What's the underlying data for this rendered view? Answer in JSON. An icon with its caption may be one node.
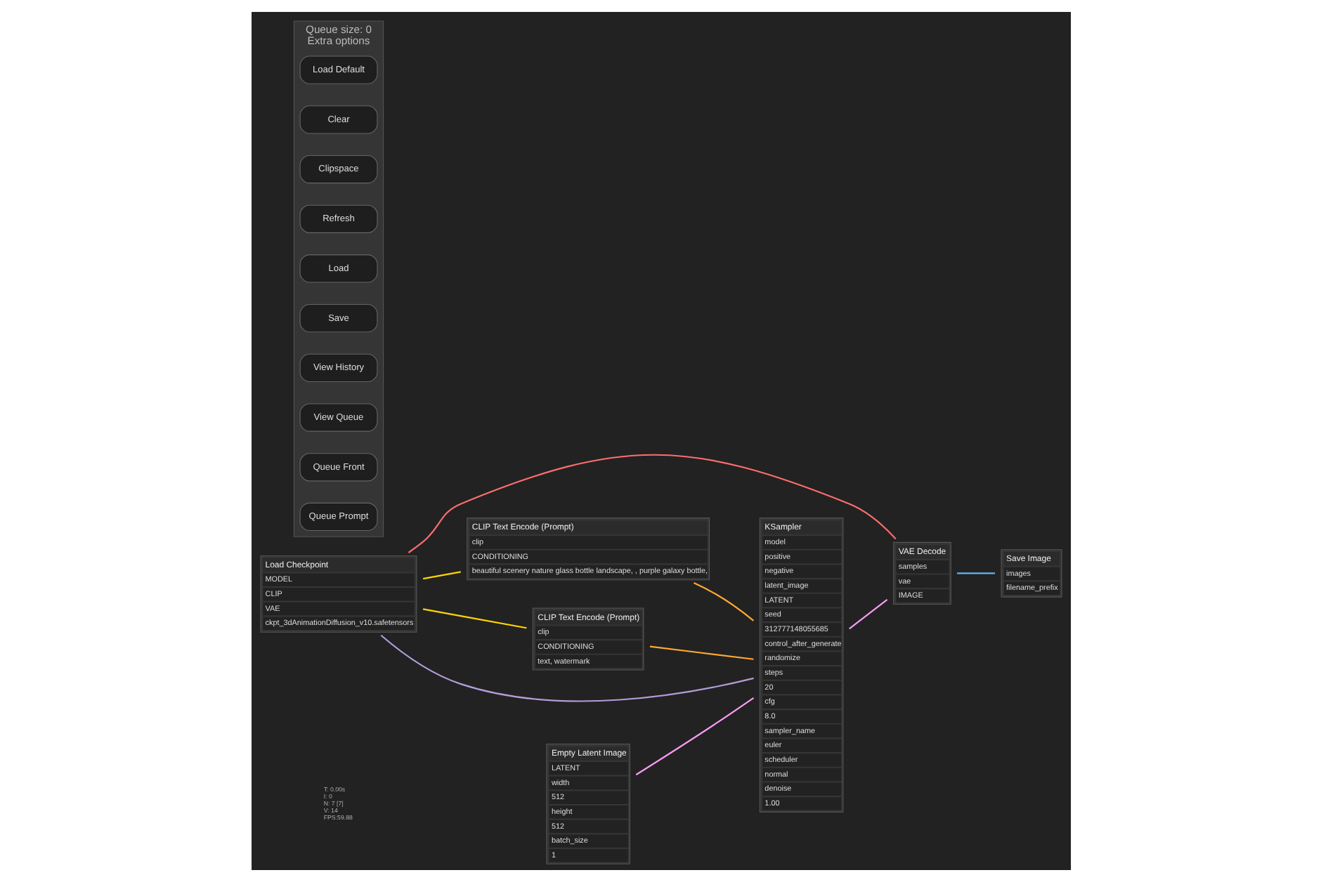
{
  "diagram": {
    "nodes": [
      {
        "text": [
          "Load Checkpoint",
          "MODEL",
          "CLIP",
          "VAE",
          "ckpt_3dAnimationDiffusion_v10.safetensors"
        ]
      },
      {
        "text": [
          "CLIP Text Encode (Prompt)",
          "clip",
          "CONDITIONING",
          "beautiful scenery nature glass bottle landscape, , purple galaxy bottle,"
        ]
      },
      {
        "text": [
          "CLIP Text Encode (Prompt)",
          "clip",
          "CONDITIONING",
          "text, watermark"
        ]
      },
      {
        "text": [
          "Empty Latent Image",
          "LATENT",
          "width",
          "512",
          "height",
          "512",
          "batch_size",
          "1"
        ]
      },
      {
        "text": [
          "KSampler",
          "model",
          "positive",
          "negative",
          "latent_image",
          "LATENT",
          "seed",
          "312777148055685",
          "control_after_generate",
          "randomize",
          "steps",
          "20",
          "cfg",
          "8.0",
          "sampler_name",
          "euler",
          "scheduler",
          "normal",
          "denoise",
          "1.00"
        ]
      },
      {
        "text": [
          "VAE Decode",
          "samples",
          "vae",
          "IMAGE"
        ]
      },
      {
        "text": [
          "Save Image",
          "images",
          "filename_prefix"
        ]
      },
      {
        "text": [
          "Queue size: 0",
          "Extra options"
        ]
      },
      {
        "text": [
          "Queue Prompt"
        ],
        "in": 7
      },
      {
        "text": [
          "Queue Front"
        ],
        "in": 7
      },
      {
        "text": [
          "View Queue"
        ],
        "in": 7
      },
      {
        "text": [
          "View History"
        ],
        "in": 7
      },
      {
        "text": [
          "Save"
        ],
        "in": 7
      },
      {
        "text": [
          "Load"
        ],
        "in": 7
      },
      {
        "text": [
          "Refresh"
        ],
        "in": 7
      },
      {
        "text": [
          "Clipspace"
        ],
        "in": 7
      },
      {
        "text": [
          "Clear"
        ],
        "in": 7
      },
      {
        "text": [
          "Load Default"
        ],
        "in": 7
      }
    ],
    "edges": [
      {
        "from": 0,
        "to": 4,
        "arrow": "none",
        "color": "#b39ddb"
      },
      {
        "from": 0,
        "to": 1,
        "arrow": "none",
        "color": "#ffd500"
      },
      {
        "from": 0,
        "to": 2,
        "arrow": "none",
        "color": "#ffd500"
      },
      {
        "from": 0,
        "to": 5,
        "arrow": "none",
        "color": "#ff6e6e"
      },
      {
        "from": 1,
        "to": 4,
        "arrow": "none",
        "color": "#ffa931"
      },
      {
        "from": 2,
        "to": 4,
        "arrow": "none",
        "color": "#ffa931"
      },
      {
        "from": 3,
        "to": 4,
        "arrow": "none",
        "color": "#ff9cf9"
      },
      {
        "from": 4,
        "to": 5,
        "arrow": "none",
        "color": "#ff9cf9"
      },
      {
        "from": 5,
        "to": 6,
        "arrow": "none",
        "color": "#64b5f6"
      }
    ],
    "labels": [
      "T: 0.00s",
      "I: 0",
      "N: 7 [7]",
      "V: 14",
      "FPS:59.88"
    ]
  }
}
